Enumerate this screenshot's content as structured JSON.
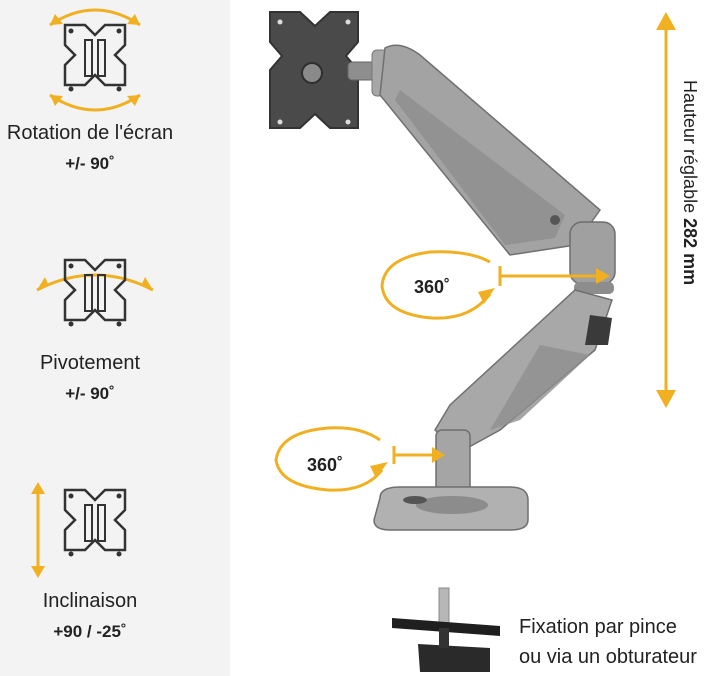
{
  "features": [
    {
      "label": "Rotation de l'écran",
      "value": "+/- 90˚"
    },
    {
      "label": "Pivotement",
      "value": "+/- 90˚"
    },
    {
      "label": "Inclinaison",
      "value": "+90 / -25˚"
    }
  ],
  "height": {
    "text": "Hauteur réglable ",
    "value": "282 mm"
  },
  "rotations": {
    "upper": "360˚",
    "lower": "360˚"
  },
  "mount": {
    "line1": "Fixation par pince",
    "line2": "ou via un obturateur"
  },
  "colors": {
    "accent": "#f0b022",
    "arm": "#9b9b9b",
    "dark": "#3a3a3a",
    "panel": "#f3f3f3"
  }
}
